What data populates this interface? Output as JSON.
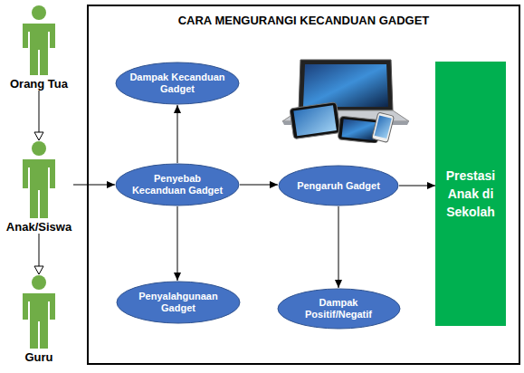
{
  "diagram": {
    "nodes": [
      {
        "text": [
          "Orang Tua"
        ]
      },
      {
        "text": [
          "Anak/Siswa"
        ]
      },
      {
        "text": [
          "Guru"
        ]
      },
      {
        "text": [
          "CARA MENGURANGI KECANDUAN GADGET"
        ]
      },
      {
        "text": [
          "Dampak Kecanduan Gadget"
        ],
        "in": 3
      },
      {
        "text": [
          "Penyebab Kecanduan Gadget"
        ],
        "in": 3
      },
      {
        "text": [
          "Penyalahgunaan Gadget"
        ],
        "in": 3
      },
      {
        "text": [
          "Pengaruh Gadget"
        ],
        "in": 3
      },
      {
        "text": [
          "Dampak Positif/Negatif"
        ],
        "in": 3
      },
      {
        "text": [
          "Prestasi Anak di Sekolah"
        ],
        "in": 3
      }
    ],
    "edges": [
      {
        "from": 0,
        "to": 1,
        "arrow": "to"
      },
      {
        "from": 1,
        "to": 2,
        "arrow": "to"
      },
      {
        "from": 1,
        "to": 5,
        "arrow": "to"
      },
      {
        "from": 5,
        "to": 4,
        "arrow": "to"
      },
      {
        "from": 5,
        "to": 6,
        "arrow": "to"
      },
      {
        "from": 5,
        "to": 7,
        "arrow": "to"
      },
      {
        "from": 7,
        "to": 8,
        "arrow": "to"
      },
      {
        "from": 7,
        "to": 9,
        "arrow": "to"
      }
    ]
  }
}
